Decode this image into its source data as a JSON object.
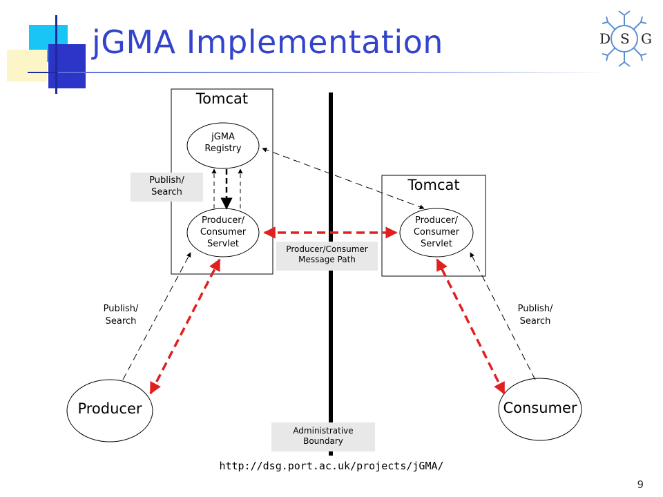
{
  "slide": {
    "title": "jGMA Implementation",
    "url": "http://dsg.port.ac.uk/projects/jGMA/",
    "page_number": "9"
  },
  "logo": {
    "letters": [
      "D",
      "S",
      "G"
    ]
  },
  "diagram": {
    "left_container": {
      "label": "Tomcat"
    },
    "right_container": {
      "label": "Tomcat"
    },
    "registry": {
      "line1": "jGMA",
      "line2": "Registry"
    },
    "left_servlet": {
      "line1": "Producer/",
      "line2": "Consumer",
      "line3": "Servlet"
    },
    "right_servlet": {
      "line1": "Producer/",
      "line2": "Consumer",
      "line3": "Servlet"
    },
    "producer": {
      "label": "Producer"
    },
    "consumer": {
      "label": "Consumer"
    },
    "publish_search_box": {
      "line1": "Publish/",
      "line2": "Search"
    },
    "message_path_box": {
      "line1": "Producer/Consumer",
      "line2": "Message Path"
    },
    "admin_boundary_box": {
      "line1": "Administrative",
      "line2": "Boundary"
    },
    "left_publish_label": {
      "line1": "Publish/",
      "line2": "Search"
    },
    "right_publish_label": {
      "line1": "Publish/",
      "line2": "Search"
    },
    "colors": {
      "message_path": "#e02020",
      "title": "#3344cc",
      "shaded_box": "#e8e8e8"
    }
  }
}
